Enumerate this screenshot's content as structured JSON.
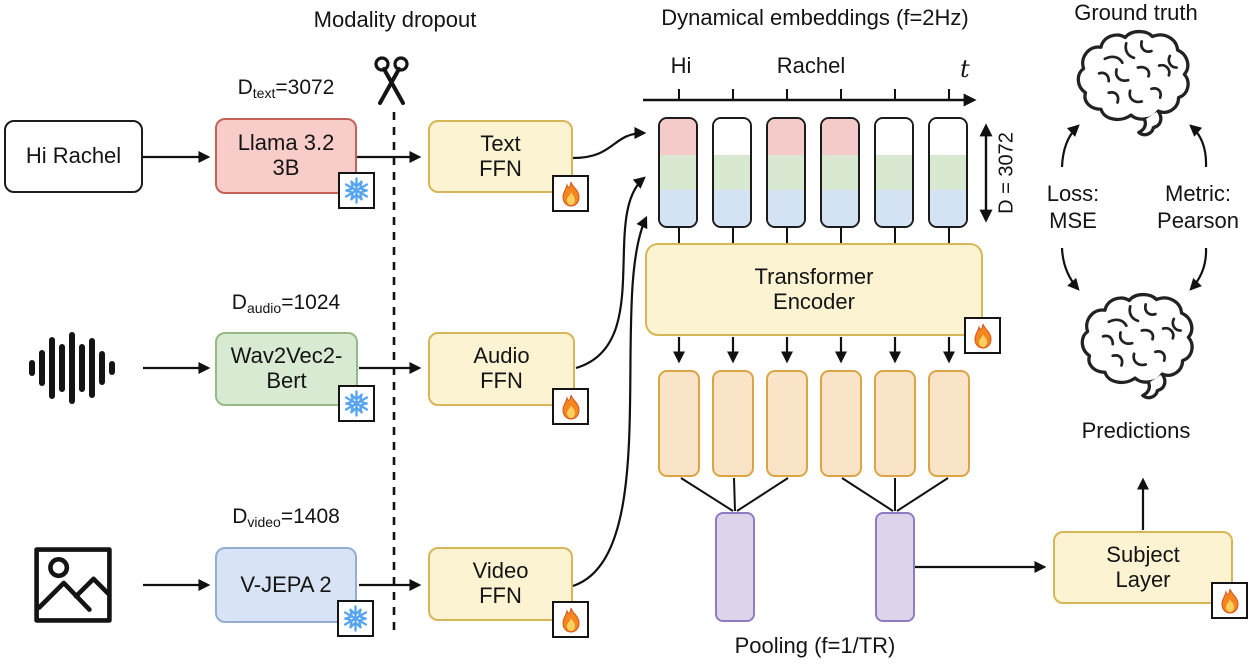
{
  "titles": {
    "modality_dropout": "Modality dropout",
    "dynamical_embeddings": "Dynamical embeddings (f=2Hz)",
    "ground_truth": "Ground truth",
    "predictions": "Predictions",
    "pooling": "Pooling (f=1/TR)"
  },
  "text_input": {
    "label": "Hi Rachel"
  },
  "encoders": {
    "text": {
      "name": "Llama 3.2 3B",
      "dim_prefix": "D",
      "dim_sub": "text",
      "dim_value": "=3072"
    },
    "audio": {
      "name": "Wav2Vec2-Bert",
      "dim_prefix": "D",
      "dim_sub": "audio",
      "dim_value": "=1024"
    },
    "video": {
      "name": "V-JEPA 2",
      "dim_prefix": "D",
      "dim_sub": "video",
      "dim_value": "=1408"
    }
  },
  "ffn": {
    "text": "Text FFN",
    "audio": "Audio FFN",
    "video": "Video FFN"
  },
  "timeline": {
    "word_1": "Hi",
    "word_2": "Rachel",
    "time_symbol": "t"
  },
  "embeddings": {
    "dim_label": "D = 3072",
    "column_has_text": [
      true,
      false,
      true,
      true,
      false,
      false
    ]
  },
  "transformer": {
    "label": "Transformer Encoder"
  },
  "subject": {
    "label": "Subject Layer"
  },
  "evaluation": {
    "loss_title": "Loss:",
    "loss_value": "MSE",
    "metric_title": "Metric:",
    "metric_value": "Pearson"
  },
  "icons": {
    "frozen": "snowflake-icon",
    "trainable": "fire-icon",
    "modality_dropout": "scissors-icon",
    "audio_input": "waveform-icon",
    "video_input": "picture-icon",
    "brain": "brain-icon"
  },
  "colors": {
    "text_fill": "#f8cdc9",
    "text_border": "#c4625a",
    "audio_fill": "#d9ead3",
    "audio_border": "#97b985",
    "video_fill": "#d8e4f5",
    "video_border": "#94aed1",
    "module_fill": "#fcf3d3",
    "module_border": "#d6b656",
    "token_fill": "#fae4c8",
    "token_border": "#dba547",
    "pool_fill": "#ddd4eb",
    "pool_border": "#8e7cc3",
    "seg_text": "#f5cbca",
    "seg_audio": "#d9e9d1",
    "seg_video": "#d4e3f4",
    "snowflake": "#57a4f0",
    "flame_outer": "#f4861f",
    "flame_inner": "#fcd05e"
  }
}
